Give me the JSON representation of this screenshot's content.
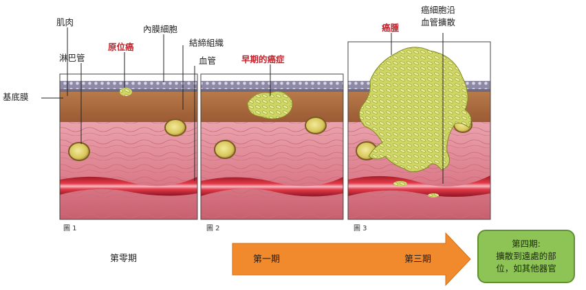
{
  "labels": {
    "muscle": "肌肉",
    "lymph": "淋巴管",
    "in_situ": "原位癌",
    "endothelium": "內膜細胞",
    "connective": "結締組織",
    "vessel": "血管",
    "basement": "基底膜",
    "early_cancer": "早期的癌症",
    "tumor": "癌腫",
    "spread_1": "癌細胞沿",
    "spread_2": "血管擴散"
  },
  "captions": [
    "圖 1",
    "圖 2",
    "圖 3"
  ],
  "stages": {
    "stage0": "第零期",
    "stage1": "第一期",
    "stage3": "第三期",
    "stage4_title": "第四期:",
    "stage4_line1": "擴散到遠處的部",
    "stage4_line2": "位，如其他器官"
  },
  "colors": {
    "tumor": "#c9d45a",
    "arrow": "#f08a2c",
    "stage4_box": "#8dc455"
  }
}
